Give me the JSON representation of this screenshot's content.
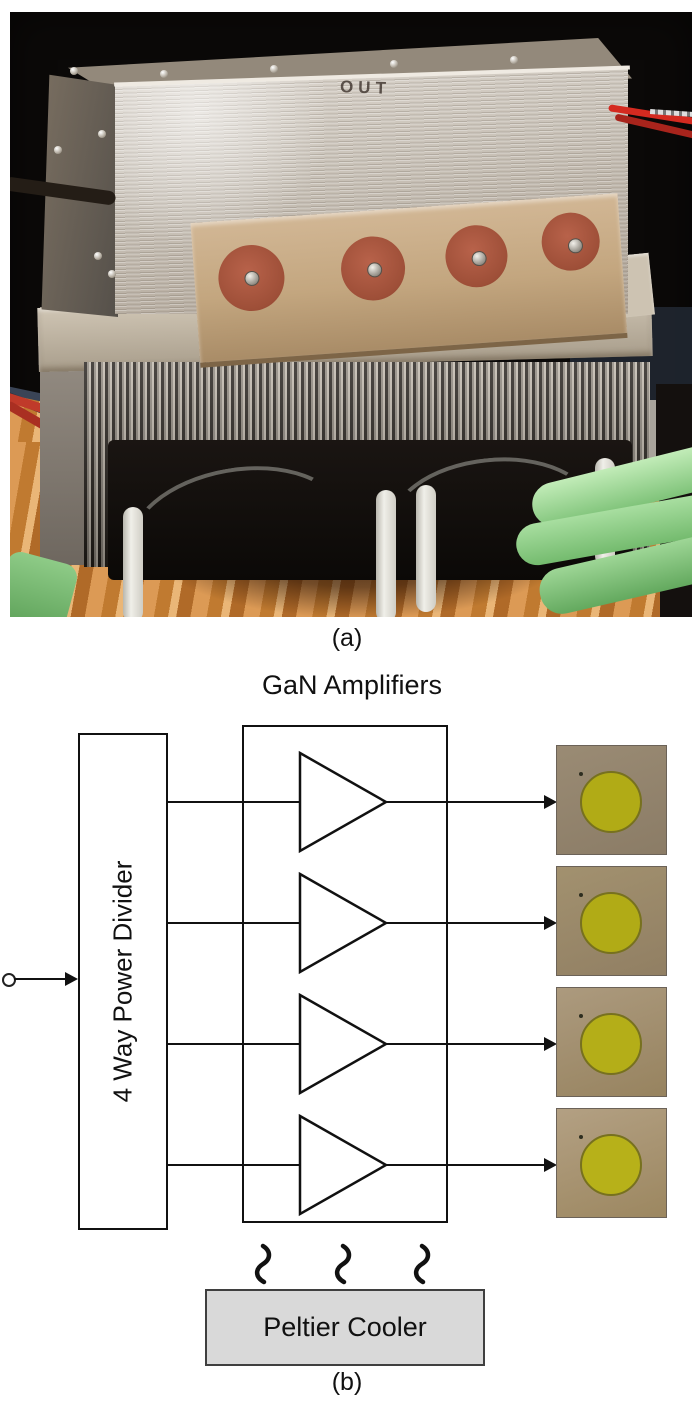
{
  "figure": {
    "captions": {
      "a": "(a)",
      "b": "(b)"
    },
    "photo": {
      "enclosure_marking": "OUT"
    },
    "diagram": {
      "title": "GaN Amplifiers",
      "power_divider_label": "4 Way Power Divider",
      "peltier_label": "Peltier Cooler",
      "amplifier_count": 4,
      "antenna_count": 4,
      "colors": {
        "line": "#111111",
        "patch_disc": "#b1ab16",
        "patch_disc_border": "#77711f",
        "patch_substrate": "#9a8b74",
        "peltier_fill": "#d9d9d9"
      }
    }
  }
}
